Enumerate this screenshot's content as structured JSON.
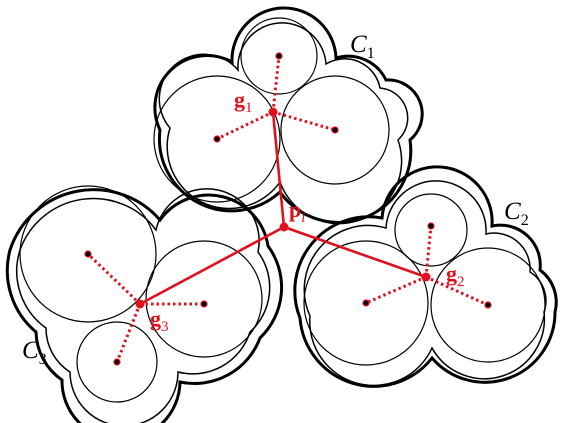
{
  "colors": {
    "background": "#ffffff",
    "ink": "#000000",
    "accent": "#e0101c"
  },
  "labels": {
    "c1": {
      "letter": "C",
      "sub": "1"
    },
    "c2": {
      "letter": "C",
      "sub": "2"
    },
    "c3": {
      "letter": "C",
      "sub": "3"
    },
    "p": {
      "letter": "p",
      "sub": "i"
    },
    "g1": {
      "letter": "g",
      "sub": "1"
    },
    "g2": {
      "letter": "g",
      "sub": "2"
    },
    "g3": {
      "letter": "g",
      "sub": "3"
    }
  }
}
